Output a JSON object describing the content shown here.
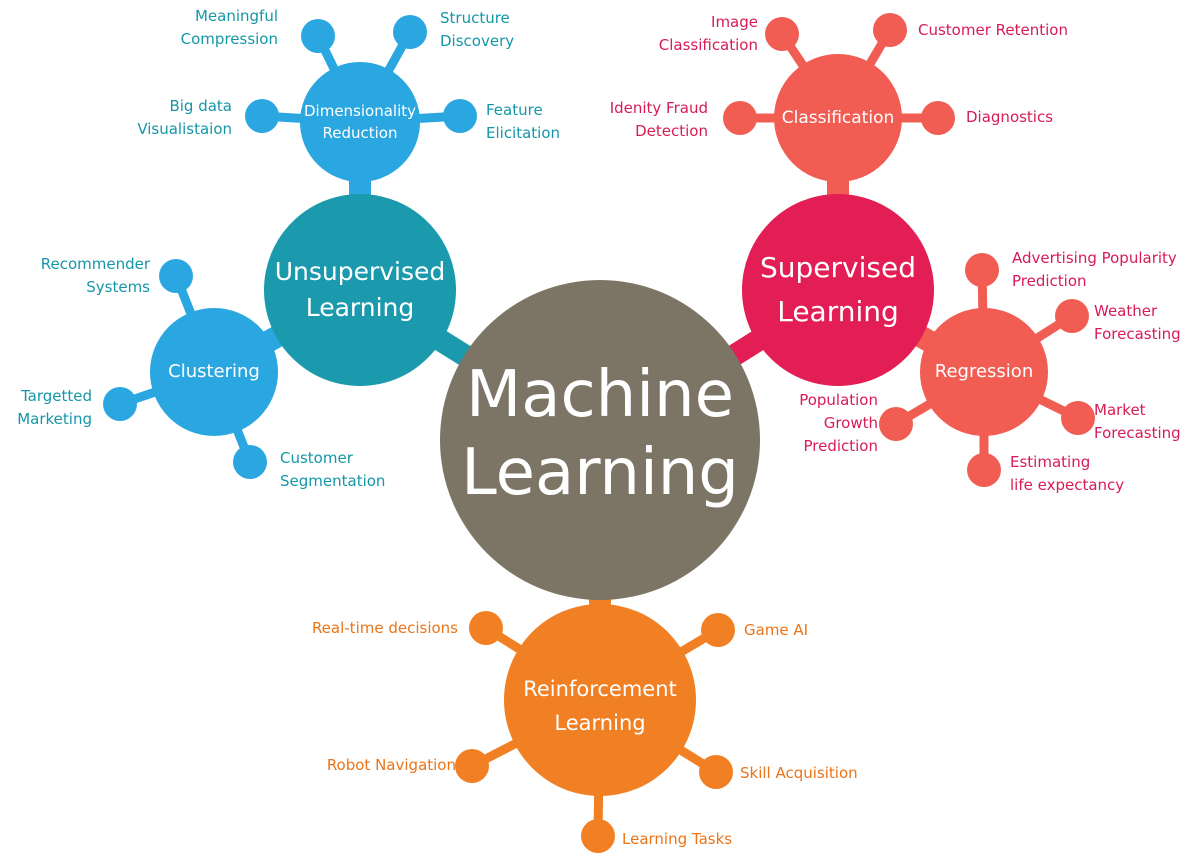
{
  "center": {
    "line1": "Machine",
    "line2": "Learning"
  },
  "unsupervised": {
    "title1": "Unsupervised",
    "title2": "Learning",
    "dimensionality": {
      "title1": "Dimensionality",
      "title2": "Reduction",
      "leaves": {
        "meaningful": [
          "Meaningful",
          "Compression"
        ],
        "structure": [
          "Structure",
          "Discovery"
        ],
        "bigdata": [
          "Big data",
          "Visualistaion"
        ],
        "feature": [
          "Feature",
          "Elicitation"
        ]
      }
    },
    "clustering": {
      "title": "Clustering",
      "leaves": {
        "recommender": [
          "Recommender",
          "Systems"
        ],
        "targetted": [
          "Targetted",
          "Marketing"
        ],
        "customer": [
          "Customer",
          "Segmentation"
        ]
      }
    }
  },
  "supervised": {
    "title1": "Supervised",
    "title2": "Learning",
    "classification": {
      "title": "Classification",
      "leaves": {
        "image": [
          "Image",
          "Classification"
        ],
        "retention": "Customer Retention",
        "fraud": [
          "Idenity Fraud",
          "Detection"
        ],
        "diagnostics": "Diagnostics"
      }
    },
    "regression": {
      "title": "Regression",
      "leaves": {
        "advertising": [
          "Advertising Popularity",
          "Prediction"
        ],
        "weather": [
          "Weather",
          "Forecasting"
        ],
        "market": [
          "Market",
          "Forecasting"
        ],
        "life": [
          "Estimating",
          "life expectancy"
        ],
        "population": [
          "Population",
          "Growth",
          "Prediction"
        ]
      }
    }
  },
  "reinforcement": {
    "title1": "Reinforcement",
    "title2": "Learning",
    "leaves": {
      "realtime": "Real-time decisions",
      "gameai": "Game AI",
      "robot": "Robot Navigation",
      "skill": "Skill Acquisition",
      "tasks": "Learning Tasks"
    }
  },
  "colors": {
    "center": "#7c7566",
    "unsupervised": "#1b9aad",
    "sub_blue": "#2aa7e1",
    "label_teal": "#1497a8",
    "supervised": "#e31e54",
    "sub_coral": "#f15c53",
    "label_red": "#d81b55",
    "reinforcement": "#f08023",
    "label_orange": "#ec7418"
  }
}
